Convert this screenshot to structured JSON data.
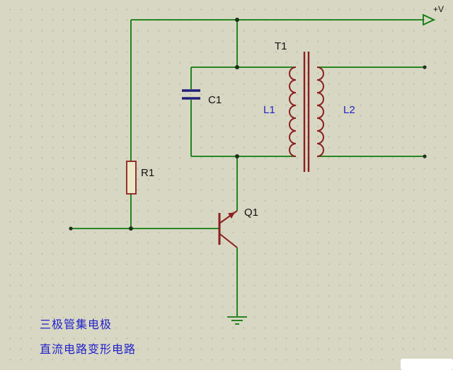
{
  "schematic": {
    "power_label": "+V",
    "components": {
      "transformer": {
        "ref": "T1",
        "primary_label": "L1",
        "secondary_label": "L2"
      },
      "capacitor": {
        "ref": "C1"
      },
      "resistor": {
        "ref": "R1"
      },
      "transistor": {
        "ref": "Q1"
      }
    },
    "captions": [
      "三极管集电极",
      "直流电路变形电路"
    ],
    "colors": {
      "background": "#d8d7c3",
      "grid_dot": "#bdbda3",
      "wire_green": "#0e7a0e",
      "device_maroon": "#8a2020",
      "capacitor_plate_navy": "#1f1f7a",
      "junction_dot": "#173317",
      "winding_label_blue": "#1f1fcc",
      "ref_label_black": "#111111",
      "caption_blue": "#2121cc"
    }
  }
}
